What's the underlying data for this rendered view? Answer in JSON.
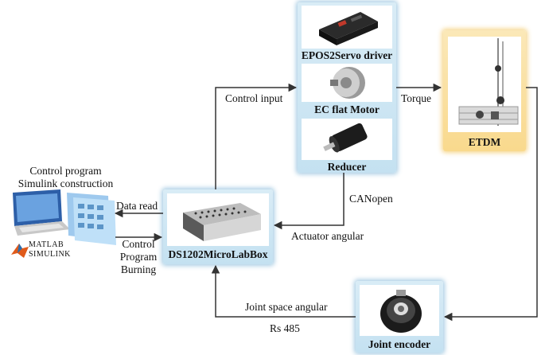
{
  "components": {
    "driver": "EPOS2Servo driver",
    "motor": "EC flat Motor",
    "reducer": "Reducer",
    "etdm": "ETDM",
    "microlabbox": "DS1202MicroLabBox",
    "encoder": "Joint encoder"
  },
  "pc": {
    "line1": "Control program",
    "line2": "Simulink construction",
    "matlab_line1": "MATLAB",
    "matlab_line2": "SIMULINK"
  },
  "signals": {
    "control_input": "Control input",
    "torque": "Torque",
    "canopen": "CANopen",
    "actuator_angular": "Actuator angular",
    "data_read": "Data read",
    "burning_line1": "Control",
    "burning_line2": "Program",
    "burning_line3": "Burning",
    "joint_space_angular": "Joint space angular",
    "rs485": "Rs 485"
  },
  "colors": {
    "panel_blue": "#c4e1f1",
    "panel_yellow": "#f9d98d",
    "arrow": "#333333"
  }
}
